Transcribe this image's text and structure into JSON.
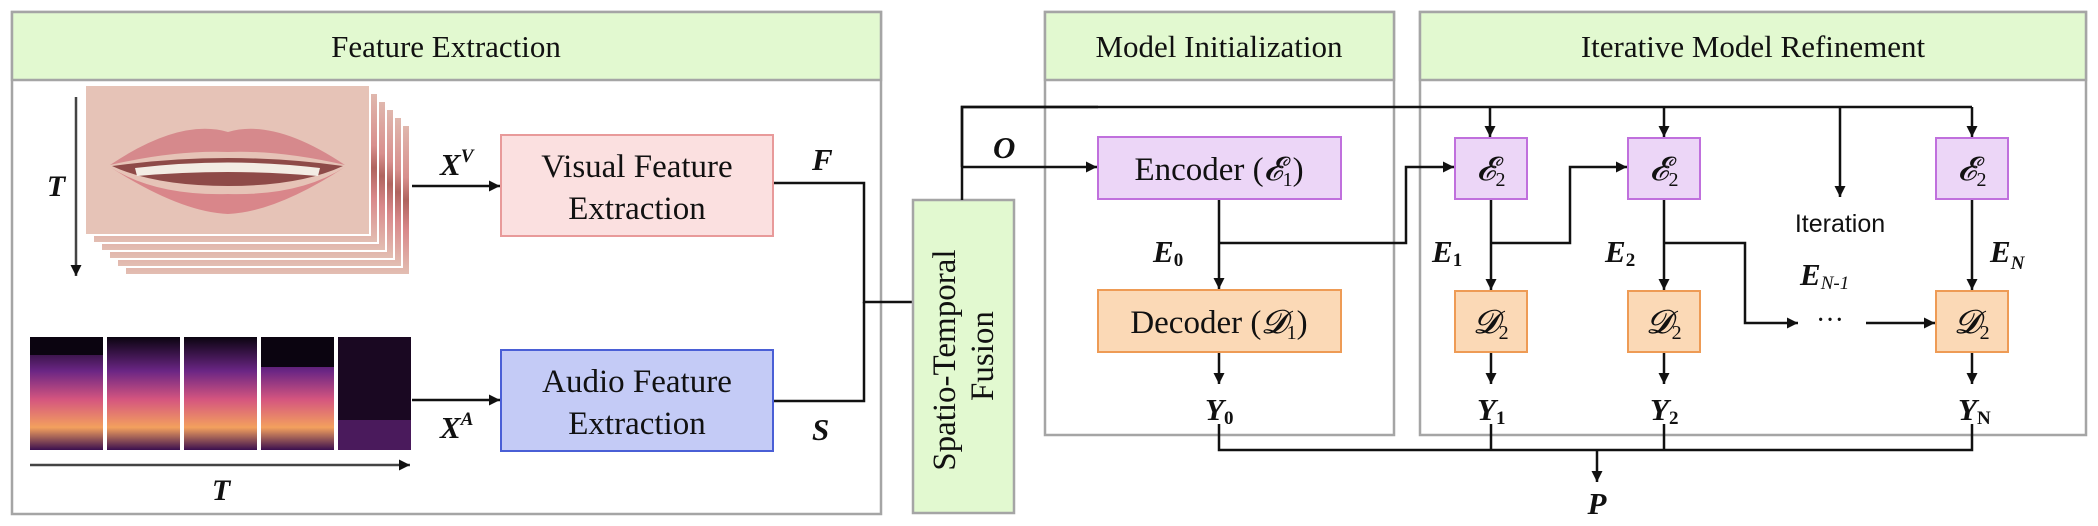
{
  "panels": {
    "feature_extraction": "Feature Extraction",
    "model_initialization": "Model Initialization",
    "iterative_refinement": "Iterative Model Refinement"
  },
  "inputs": {
    "video_time": "T",
    "audio_time": "T",
    "visual_input": {
      "base": "X",
      "sup": "V"
    },
    "audio_input": {
      "base": "X",
      "sup": "A"
    }
  },
  "extractors": {
    "visual_line1": "Visual Feature",
    "visual_line2": "Extraction",
    "audio_line1": "Audio Feature",
    "audio_line2": "Extraction"
  },
  "features": {
    "visual": "F",
    "audio": "S",
    "fused": "O"
  },
  "fusion": {
    "line1": "Spatio-Temporal",
    "line2": "Fusion"
  },
  "init": {
    "encoder_label": "Encoder",
    "encoder_symbol": "𝓔",
    "encoder_index": "1",
    "decoder_label": "Decoder",
    "decoder_symbol": "𝓓",
    "decoder_index": "1",
    "embedding": {
      "base": "E",
      "sub": "0"
    },
    "output": {
      "base": "Y",
      "sub": "0"
    }
  },
  "refine": {
    "encoder_symbol": "𝓔",
    "encoder_index": "2",
    "decoder_symbol": "𝓓",
    "decoder_index": "2",
    "embeddings": [
      {
        "base": "E",
        "sub": "1"
      },
      {
        "base": "E",
        "sub": "2"
      },
      {
        "base": "E",
        "sub": "N-1"
      },
      {
        "base": "E",
        "sub": "N"
      }
    ],
    "outputs": [
      {
        "base": "Y",
        "sub": "1"
      },
      {
        "base": "Y",
        "sub": "2"
      },
      {
        "base": "Y",
        "sub": "N"
      }
    ],
    "iteration_label": "Iteration",
    "ellipsis": "···"
  },
  "final_output": "P",
  "colors": {
    "panel_header": "#e2f9d0",
    "panel_border": "#a5a5a5",
    "visual_box_fill": "#fbe0e0",
    "visual_box_border": "#e89a9a",
    "audio_box_fill": "#c4cbf6",
    "audio_box_border": "#4a5fd6",
    "encoder_fill": "#ecd6f7",
    "encoder_border": "#c070dd",
    "decoder_fill": "#fbd9b6",
    "decoder_border": "#ee9b55",
    "fusion_fill": "#e2f9d0"
  }
}
